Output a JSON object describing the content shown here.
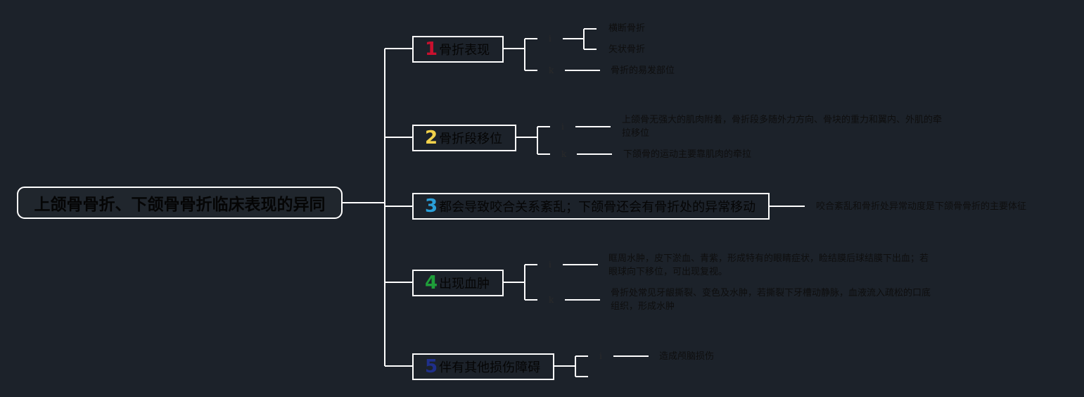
{
  "root": {
    "title": "上颌骨骨折、下颌骨骨折临床表现的异同"
  },
  "branches": [
    {
      "num": "1",
      "num_color": "#c8102e",
      "label": "骨折表现",
      "groups": [
        {
          "mark": "i",
          "items": [
            "横断骨折",
            "矢状骨折"
          ]
        },
        {
          "mark": "k",
          "items": [
            "骨折的易发部位"
          ]
        }
      ]
    },
    {
      "num": "2",
      "num_color": "#f2d24b",
      "label": "骨折段移位",
      "groups": [
        {
          "mark": "i",
          "items": [
            "上颌骨无强大的肌肉附着，骨折段多随外力方向、骨块的重力和翼内、外肌的牵",
            "拉移位"
          ]
        },
        {
          "mark": "k",
          "items": [
            "下颌骨的运动主要靠肌肉的牵拉"
          ]
        }
      ]
    },
    {
      "num": "3",
      "num_color": "#2a9fd8",
      "label": "都会导致咬合关系紊乱；下颌骨还会有骨折处的异常移动",
      "groups": [
        {
          "mark": "",
          "items": [
            "咬合紊乱和骨折处异常动度是下颌骨骨折的主要体征"
          ]
        }
      ]
    },
    {
      "num": "4",
      "num_color": "#1f9e3a",
      "label": "出现血肿",
      "groups": [
        {
          "mark": "i",
          "items": [
            "眶周水肿，皮下淤血、青紫，形成特有的眼睛症状，睑结膜后球结膜下出血；若",
            "眼球向下移位，可出现复视。"
          ]
        },
        {
          "mark": "k",
          "items": [
            "骨折处常见牙龈撕裂、变色及水肿，若撕裂下牙槽动静脉，血液流入疏松的口底",
            "组织，形成水肿"
          ]
        }
      ]
    },
    {
      "num": "5",
      "num_color": "#1f2f8a",
      "label": "伴有其他损伤障碍",
      "groups": [
        {
          "mark": "i",
          "items": [
            "造成颅脑损伤"
          ]
        }
      ]
    }
  ]
}
